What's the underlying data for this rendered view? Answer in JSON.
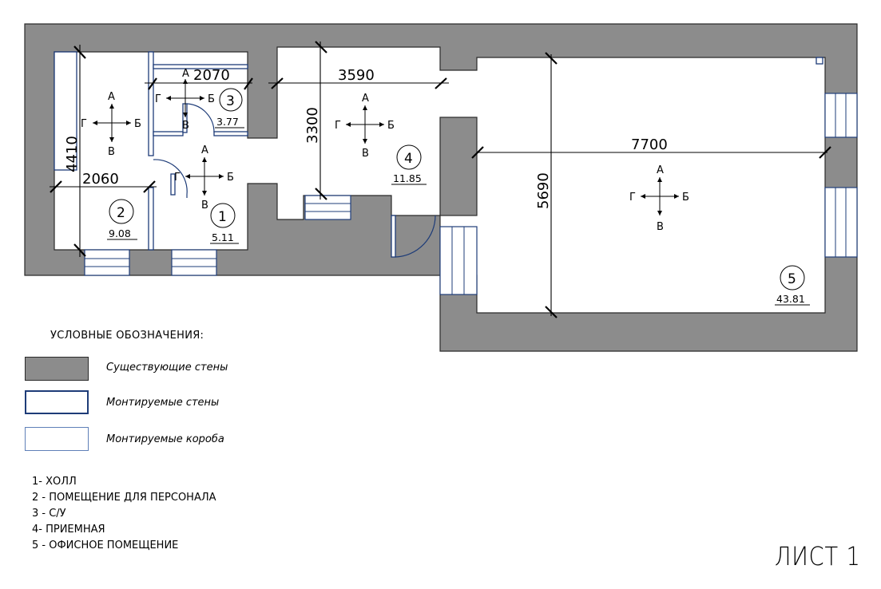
{
  "dimensions": {
    "d2070": "2070",
    "d3590": "3590",
    "d3300": "3300",
    "d4410": "4410",
    "d2060": "2060",
    "d7700": "7700",
    "d5690": "5690"
  },
  "rooms": [
    {
      "number": "1",
      "area": "5.11"
    },
    {
      "number": "2",
      "area": "9.08"
    },
    {
      "number": "3",
      "area": "3.77"
    },
    {
      "number": "4",
      "area": "11.85"
    },
    {
      "number": "5",
      "area": "43.81"
    }
  ],
  "directions": {
    "up": "А",
    "right": "Б",
    "down": "В",
    "left": "Г"
  },
  "legend": {
    "title": "УСЛОВНЫЕ ОБОЗНАЧЕНИЯ:",
    "existing_walls": "Существующие стены",
    "mounted_walls": "Монтируемые стены",
    "mounted_boxes": "Монтируемые короба"
  },
  "room_list": [
    "1- ХОЛЛ",
    "2 - ПОМЕЩЕНИЕ ДЛЯ ПЕРСОНАЛА",
    "3 - С/У",
    "4- ПРИЕМНАЯ",
    "5 - ОФИСНОЕ ПОМЕЩЕНИЕ"
  ],
  "sheet_label": "ЛИСТ 1",
  "colors": {
    "existing_wall": "#8c8c8c",
    "mounted_line": "#1e3c78"
  }
}
